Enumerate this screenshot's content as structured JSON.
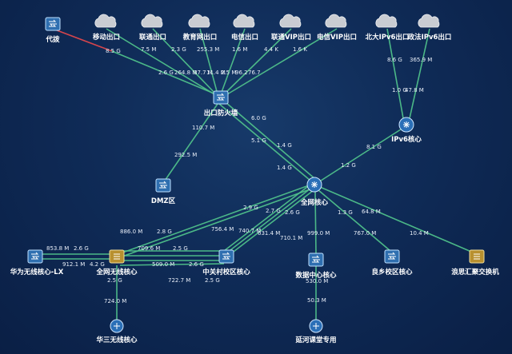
{
  "nodes": {
    "daibo": "代拨",
    "yidong": "移动出口",
    "liantong": "联通出口",
    "jiaoyu": "教育网出口",
    "dianxin": "电信出口",
    "liantong_vip": "联通VIP出口",
    "dianxin_vip": "电信VIP出口",
    "beida_ipv6": "北大IPv6出口",
    "zhengfa_ipv6": "政法IPv6出口",
    "firewall": "出口防火墙",
    "ipv6core": "IPv6核心",
    "dmz": "DMZ区",
    "allcore": "全网核心",
    "huawei_lx": "华为无线核心-LX",
    "wlan_core": "全网无线核心",
    "zgc": "中关村校区核心",
    "datacenter": "数据中心核心",
    "liangxiang": "良乡校区核心",
    "langsi": "浪思汇聚交换机",
    "h3c": "华三无线核心",
    "yanhe": "延河课堂专用"
  },
  "link_labels": {
    "daibo_fw": "8.5 G",
    "yidong_a": "7.5 M",
    "yidong_b": "2.6 G",
    "liantong_a": "2.3 G",
    "liantong_b": "264.8 M",
    "jiaoyu_a": "255.3 M",
    "jiaoyu_b": "37.7 M",
    "dianxin_a": "1.6 M",
    "dianxin_b": "11.4 M",
    "dianxin_c": "2.5 M",
    "lvip_a": "4.4 K",
    "lvip_b": "96.2",
    "dvip_a": "1.6 K",
    "dvip_b": "76.7",
    "beida_a": "8.6 G",
    "zhengfa_a": "365.9 M",
    "ipv6_a": "1.0 G",
    "ipv6_b": "47.8 M",
    "fw_dmz_a": "110.7 M",
    "fw_dmz_b": "292.5 M",
    "fw_core_a": "6.0 G",
    "fw_core_b": "5.1 G",
    "fw_core_c": "1.4 G",
    "fw_core_d": "1.4 G",
    "ipv6_core_a": "8.1 G",
    "ipv6_core_b": "1.2 G",
    "c1": "2.9 G",
    "c2": "2.7 G",
    "c3": "756.4 M",
    "c4": "740.7 M",
    "c5": "631.4 M",
    "c6": "710.1 M",
    "c7": "2.6 G",
    "c8": "999.0 M",
    "c9": "1.3 G",
    "c10": "64.8 M",
    "c11": "767.0 M",
    "c12": "10.4 M",
    "w1": "886.0 M",
    "w2": "2.8 G",
    "w3": "709.6 M",
    "w4": "2.5 G",
    "w5": "853.8 M",
    "w6": "2.6 G",
    "w7": "912.1 M",
    "w8": "4.2 G",
    "w9": "509.0 M",
    "w10": "2.6 G",
    "w11": "722.7 M",
    "w12": "2.5 G",
    "w13": "2.5 G",
    "w14": "724.0 M",
    "d1": "530.0 M",
    "d2": "50.3 M"
  }
}
